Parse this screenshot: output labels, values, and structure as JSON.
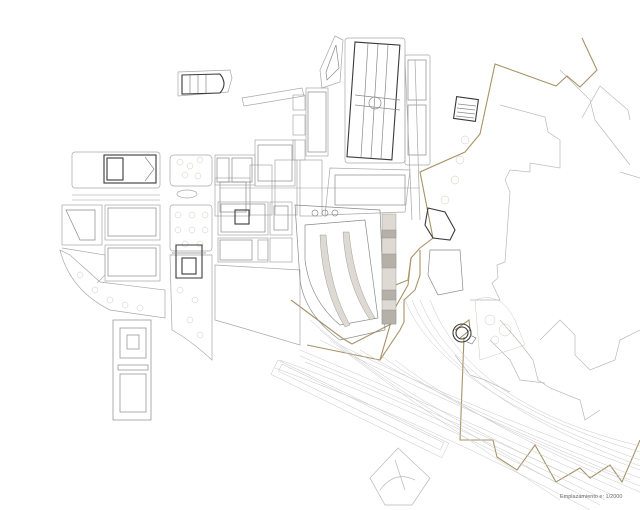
{
  "drawing": {
    "title": "Emplazamiento e: 1/2000",
    "caption": "Emplazamiento  e: 1/2000",
    "scale": "1/2000",
    "colors": {
      "background": "#ffffff",
      "building_outline": "#8a8a8a",
      "highlight_outline": "#3a3a3a",
      "route_line": "#a89268",
      "fortification": "#b9b9b9",
      "rail_tracks": "#c8c8c8",
      "trees": "#cfcabd",
      "platform_hatch": "#b5b0a8"
    },
    "elements": {
      "station": "station-building-icon",
      "rail_yard": "rail-tracks-icon",
      "fortification": "fortification-walls-icon",
      "route": "route-line-icon",
      "rotunda": "rotunda-icon",
      "detached_plan": "detached-building-plan-icon"
    }
  }
}
